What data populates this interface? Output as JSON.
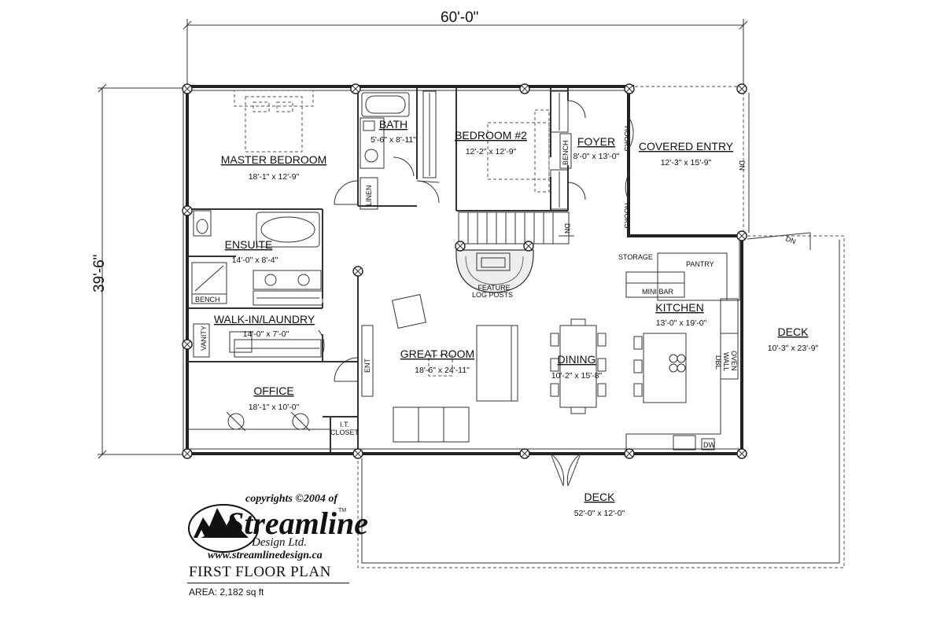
{
  "dimensions": {
    "width": "60'-0\"",
    "depth": "39'-6\""
  },
  "rooms": {
    "master_bedroom": {
      "name": "MASTER BEDROOM",
      "size": "18'-1\" x 12'-9\""
    },
    "bath": {
      "name": "BATH",
      "size": "5'-6\" x 8'-11\""
    },
    "bedroom2": {
      "name": "BEDROOM #2",
      "size": "12'-2\" x 12'-9\""
    },
    "foyer": {
      "name": "FOYER",
      "size": "8'-0\" x 13'-0\""
    },
    "covered_entry": {
      "name": "COVERED ENTRY",
      "size": "12'-3\" x 15'-9\""
    },
    "ensuite": {
      "name": "ENSUITE",
      "size": "14'-0\" x 8'-4\""
    },
    "walkin": {
      "name": "WALK-IN/LAUNDRY",
      "size": "14'-0\" x 7'-0\""
    },
    "office": {
      "name": "OFFICE",
      "size": "18'-1\" x 10'-0\""
    },
    "great_room": {
      "name": "GREAT ROOM",
      "size": "18'-6\" x 24'-11\""
    },
    "dining": {
      "name": "DINING",
      "size": "10'-2\" x 15'-8\""
    },
    "kitchen": {
      "name": "KITCHEN",
      "size": "13'-0\" x 19'-0\""
    },
    "deck_side": {
      "name": "DECK",
      "size": "10'-3\" x 23'-9\""
    },
    "deck_rear": {
      "name": "DECK",
      "size": "52'-0\" x 12'-0\""
    }
  },
  "small_labels": {
    "linen": "LINEN",
    "bench_bedroom": "BENCH",
    "bench_ensuite": "BENCH",
    "hooks_top": "HOOKS",
    "hooks_bottom": "HOOKS",
    "dn_stair": "DN",
    "dn_entry": "DN",
    "dn_deck": "DN",
    "storage": "STORAGE",
    "pantry": "PANTRY",
    "mini_bar": "MINI BAR",
    "feature_line1": "FEATURE",
    "feature_line2": "LOG POSTS",
    "vanity": "VANITY",
    "ent": "ENT",
    "it_closet_line1": "I.T.",
    "it_closet_line2": "CLOSET",
    "dbl_wall_oven_line1": "DBL",
    "dbl_wall_oven_line2": "WALL",
    "dbl_wall_oven_line3": "OVEN",
    "dw": "DW"
  },
  "branding": {
    "copyright": "copyrights ©2004 of",
    "company": "Streamline",
    "tm": "TM",
    "ltd": "Design Ltd.",
    "url": "www.streamlinedesign.ca"
  },
  "plan": {
    "title": "FIRST FLOOR PLAN",
    "area": "AREA: 2,182 sq ft"
  }
}
